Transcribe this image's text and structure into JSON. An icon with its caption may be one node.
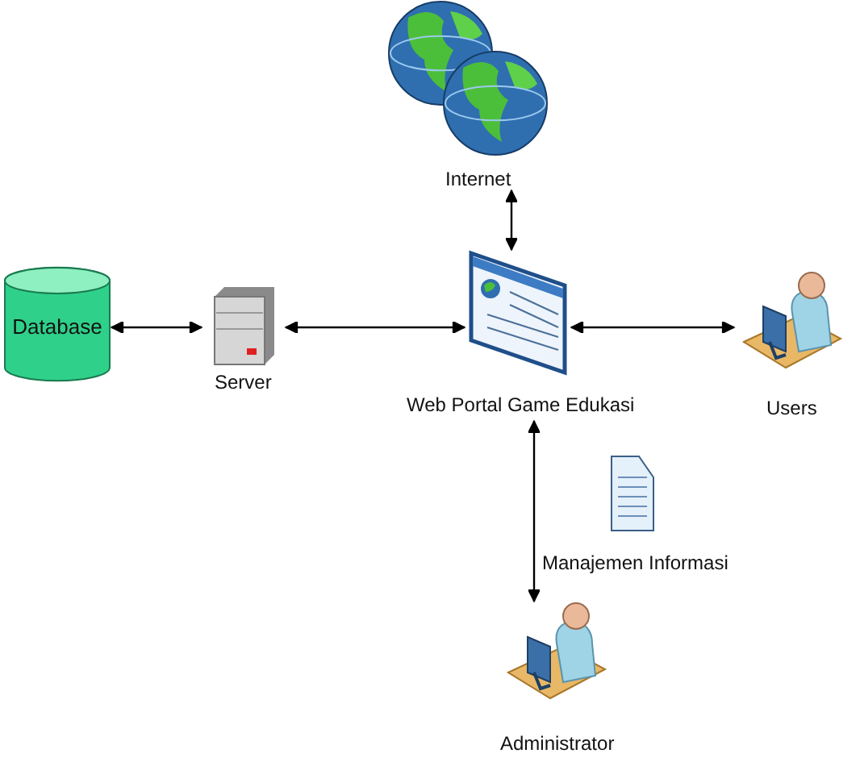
{
  "diagram": {
    "nodes": [
      {
        "text": [],
        "shape": "picture",
        "beside": [
          "Internet"
        ]
      },
      {
        "text": [
          "Database"
        ]
      },
      {
        "text": [],
        "shape": "picture",
        "beside": [
          "Server"
        ]
      },
      {
        "text": [],
        "shape": "picture",
        "beside": [
          "Web Portal Game Edukasi"
        ]
      },
      {
        "text": [],
        "shape": "picture",
        "beside": [
          "Users"
        ]
      },
      {
        "text": [],
        "shape": "picture",
        "beside": [
          "Manajemen Informasi"
        ]
      },
      {
        "text": [],
        "shape": "picture",
        "beside": [
          "Administrator"
        ]
      }
    ],
    "edges": [
      {
        "from": 0,
        "to": 3,
        "arrow": "both"
      },
      {
        "from": 1,
        "to": 2,
        "arrow": "both"
      },
      {
        "from": 2,
        "to": 3,
        "arrow": "both"
      },
      {
        "from": 3,
        "to": 4,
        "arrow": "both"
      },
      {
        "from": 3,
        "to": 6,
        "arrow": "both"
      }
    ]
  }
}
